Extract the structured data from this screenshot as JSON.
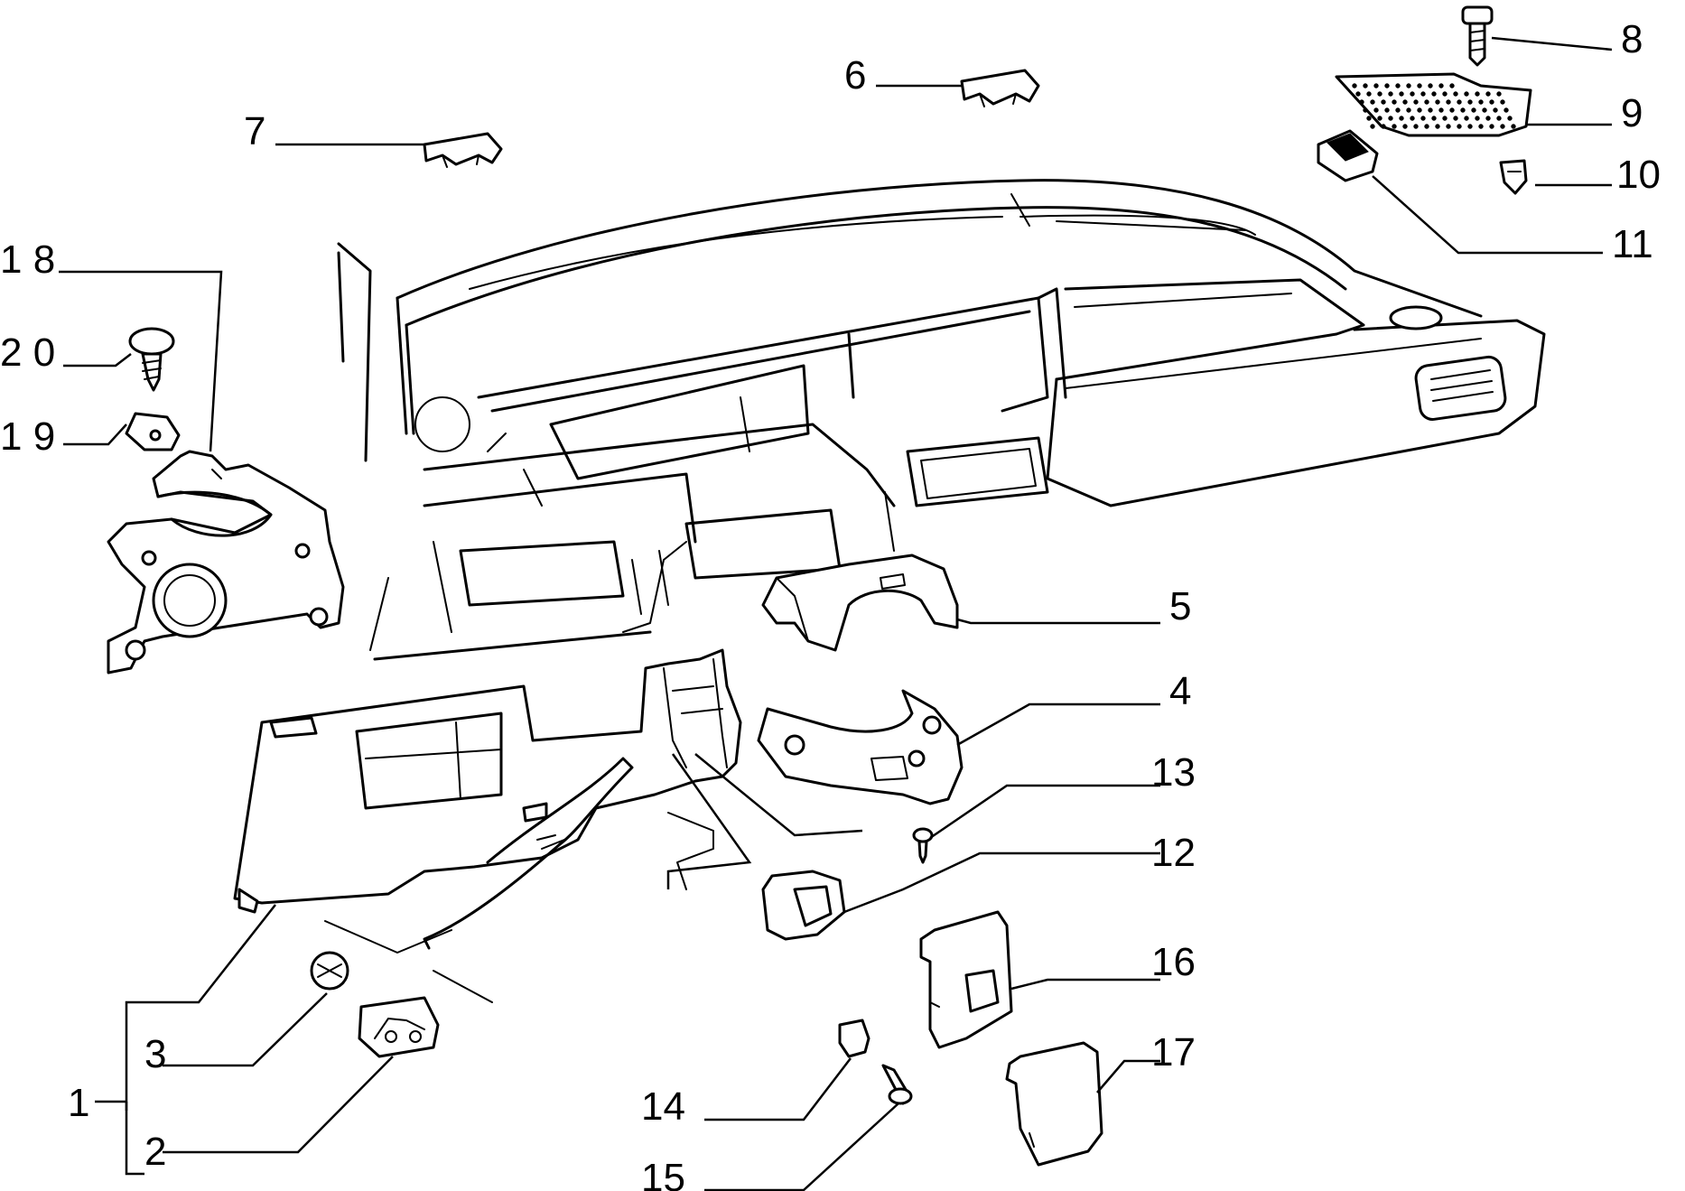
{
  "diagram": {
    "callouts": [
      {
        "id": "1",
        "label": "1"
      },
      {
        "id": "2",
        "label": "2"
      },
      {
        "id": "3",
        "label": "3"
      },
      {
        "id": "4",
        "label": "4"
      },
      {
        "id": "5",
        "label": "5"
      },
      {
        "id": "6",
        "label": "6"
      },
      {
        "id": "7",
        "label": "7"
      },
      {
        "id": "8",
        "label": "8"
      },
      {
        "id": "9",
        "label": "9"
      },
      {
        "id": "10",
        "label": "10"
      },
      {
        "id": "11",
        "label": "11"
      },
      {
        "id": "12",
        "label": "12"
      },
      {
        "id": "13",
        "label": "13"
      },
      {
        "id": "14",
        "label": "14"
      },
      {
        "id": "15",
        "label": "15"
      },
      {
        "id": "16",
        "label": "16"
      },
      {
        "id": "17",
        "label": "17"
      },
      {
        "id": "18",
        "label": "1 8"
      },
      {
        "id": "19",
        "label": "1 9"
      },
      {
        "id": "20",
        "label": "2 0"
      }
    ]
  }
}
